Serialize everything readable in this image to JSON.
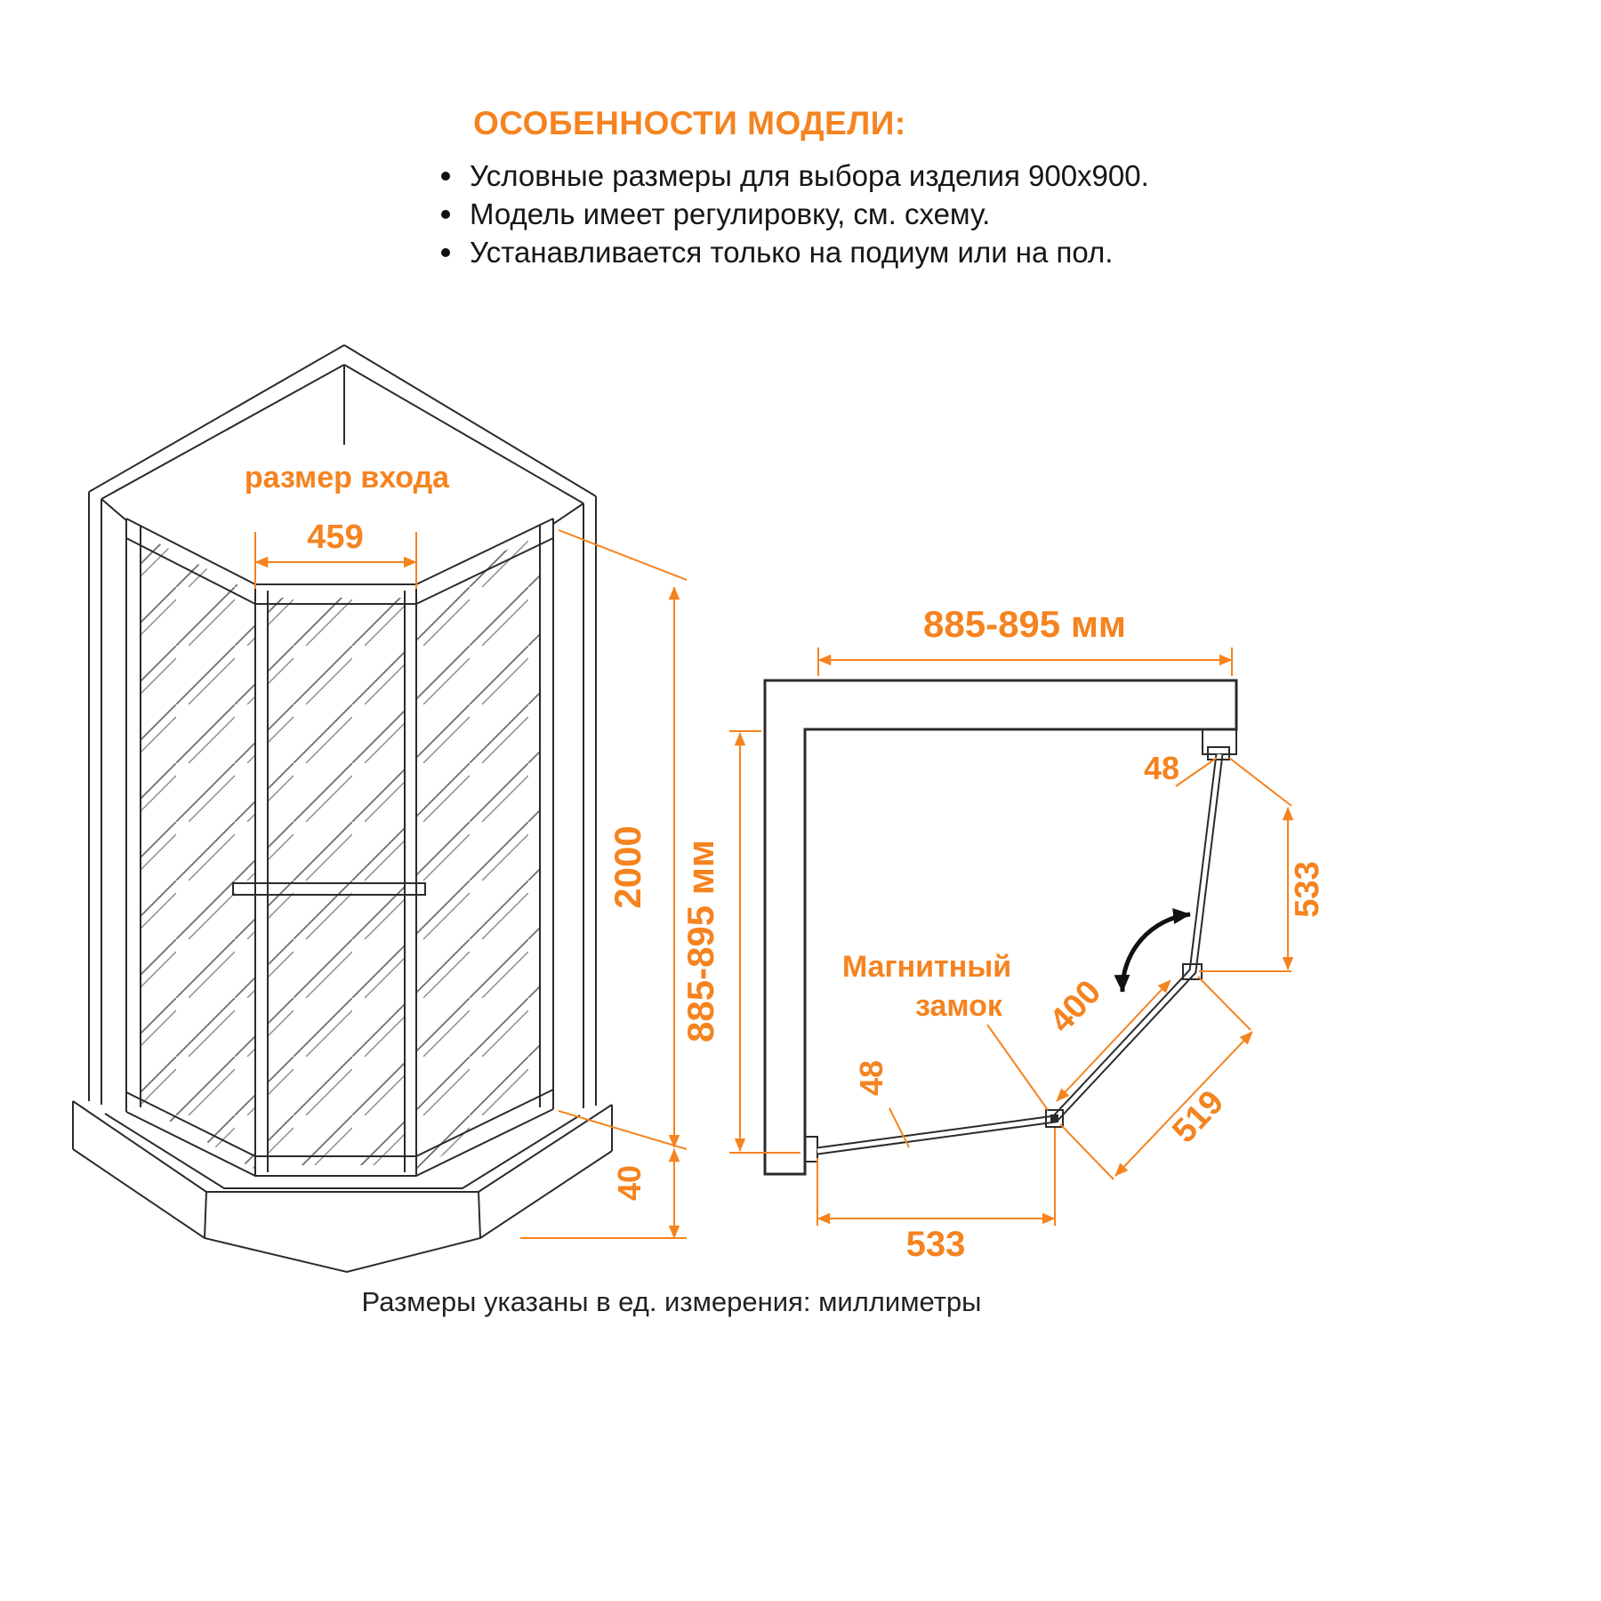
{
  "header": {
    "title": "ОСОБЕННОСТИ МОДЕЛИ:",
    "bullets": [
      "Условные размеры для выбора изделия 900x900.",
      "Модель имеет регулировку, см. схему.",
      "Устанавливается только на подиум или на пол."
    ]
  },
  "front_view": {
    "entrance_label": "размер входа",
    "entrance_width": "459",
    "height": "2000",
    "tray_height": "40"
  },
  "plan_view": {
    "width": "885-895 мм",
    "depth": "885-895 мм",
    "profile_top": "48",
    "profile_bottom": "48",
    "side_right": "533",
    "side_bottom": "533",
    "door_opening": "400",
    "door_width": "519",
    "lock_line1": "Магнитный",
    "lock_line2": "замок"
  },
  "footer": {
    "note": "Размеры указаны в ед. измерения: миллиметры"
  },
  "colors": {
    "accent": "#F5831F",
    "line": "#2B2B2B"
  }
}
